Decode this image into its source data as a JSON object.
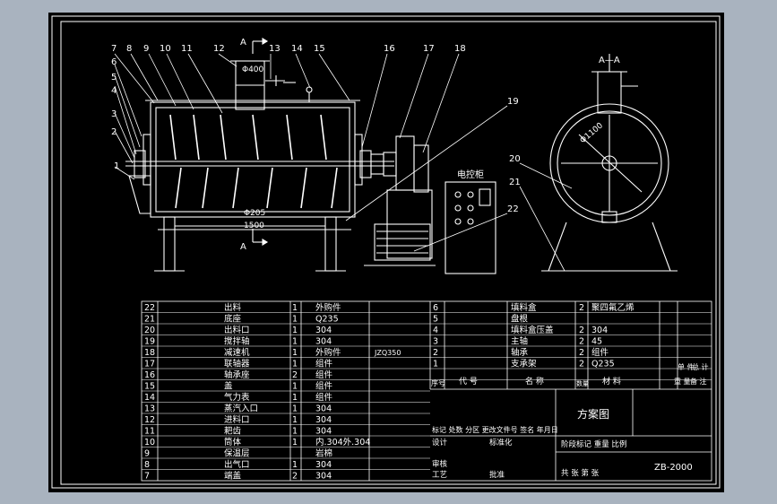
{
  "colors": {
    "canvas_bg": "#a9b3bf",
    "sheet_bg": "#000000",
    "line": "#ffffff",
    "hatch": "#9aa0a6"
  },
  "drawing": {
    "section_marker": "A",
    "section_view_label": "A—A",
    "leaders": [
      "7",
      "8",
      "9",
      "10",
      "11",
      "12",
      "13",
      "14",
      "15",
      "16",
      "17",
      "18",
      "19",
      "20",
      "21",
      "22",
      "1",
      "2",
      "3",
      "4",
      "5",
      "6"
    ],
    "dims": {
      "top_dia": "Φ400",
      "bottom_dia": "Φ205",
      "length": "1500",
      "section_dia": "Φ1100"
    },
    "control_cabinet": "电控柜",
    "motor_label": "JZQ350"
  },
  "bom_left": [
    {
      "no": "22",
      "name": "出料",
      "qty": "1",
      "material": "外购件"
    },
    {
      "no": "21",
      "name": "底座",
      "qty": "1",
      "material": "Q235"
    },
    {
      "no": "20",
      "name": "出料口",
      "qty": "1",
      "material": "304"
    },
    {
      "no": "19",
      "name": "搅拌轴",
      "qty": "1",
      "material": "304"
    },
    {
      "no": "18",
      "name": "减速机",
      "qty": "1",
      "material": "外购件"
    },
    {
      "no": "17",
      "name": "联轴器",
      "qty": "1",
      "material": "组件"
    },
    {
      "no": "16",
      "name": "轴承座",
      "qty": "2",
      "material": "组件"
    },
    {
      "no": "15",
      "name": "盖",
      "qty": "1",
      "material": "组件"
    },
    {
      "no": "14",
      "name": "气力表",
      "qty": "1",
      "material": "组件"
    },
    {
      "no": "13",
      "name": "蒸汽入口",
      "qty": "1",
      "material": "304"
    },
    {
      "no": "12",
      "name": "进料口",
      "qty": "1",
      "material": "304"
    },
    {
      "no": "11",
      "name": "耙齿",
      "qty": "1",
      "material": "304"
    },
    {
      "no": "10",
      "name": "筒体",
      "qty": "1",
      "material": "内.304外.304"
    },
    {
      "no": "9",
      "name": "保温层",
      "qty": "",
      "material": "岩棉"
    },
    {
      "no": "8",
      "name": "出气口",
      "qty": "1",
      "material": "304"
    },
    {
      "no": "7",
      "name": "端盖",
      "qty": "2",
      "material": "304"
    }
  ],
  "bom_right": [
    {
      "no": "6",
      "name": "填料盒",
      "qty": "2",
      "material": "聚四氟乙烯"
    },
    {
      "no": "5",
      "name": "盘根",
      "qty": "",
      "material": ""
    },
    {
      "no": "4",
      "name": "填料盒压盖",
      "qty": "2",
      "material": "304"
    },
    {
      "no": "3",
      "name": "主轴",
      "qty": "2",
      "material": "45"
    },
    {
      "no": "2",
      "name": "轴承",
      "qty": "2",
      "material": "组件"
    },
    {
      "no": "1",
      "name": "支承架",
      "qty": "2",
      "material": "Q235"
    }
  ],
  "bom_header": {
    "seq": "序号",
    "code": "代 号",
    "name": "名 称",
    "qty": "数量",
    "material": "材 料",
    "unit_weight": "单 件",
    "total_weight": "总 计",
    "weight": "重 量",
    "remark": "备 注"
  },
  "title_block": {
    "revision_row": "标记 处数 分区 更改文件号 签名 年月日",
    "design": "设计",
    "standardize": "标准化",
    "check": "审核",
    "process": "工艺",
    "approve": "批准",
    "stage_label": "阶段标记 重量 比例",
    "drawing_title": "方案图",
    "sheets": "共 张 第 张",
    "drawing_no": "ZB-2000"
  }
}
